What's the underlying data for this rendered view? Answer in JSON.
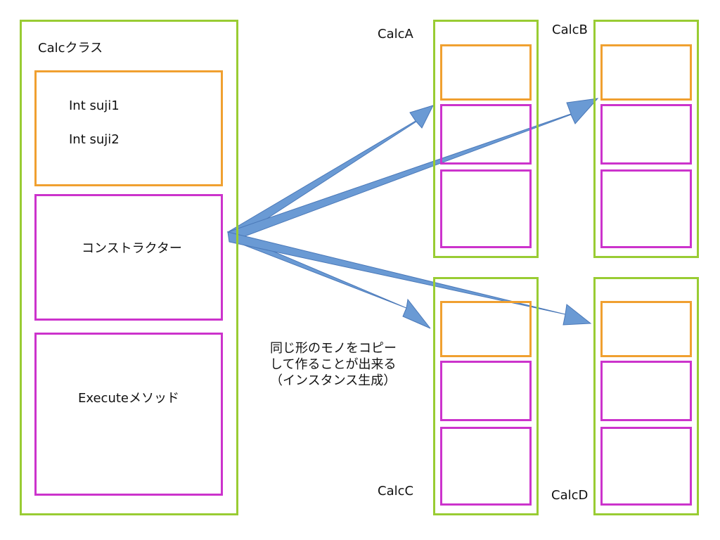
{
  "colors": {
    "container_border": "#99cc33",
    "field_border": "#f0a030",
    "member_border": "#cc33cc",
    "arrow_fill": "#6a9ad4",
    "arrow_stroke": "#4a78b8"
  },
  "class_box": {
    "title": "Calcクラス",
    "fields": [
      "Int suji1",
      "Int suji2"
    ],
    "constructor_label": "コンストラクター",
    "method_label": "Executeメソッド"
  },
  "instances": [
    {
      "label": "CalcA"
    },
    {
      "label": "CalcB"
    },
    {
      "label": "CalcC"
    },
    {
      "label": "CalcD"
    }
  ],
  "note": {
    "lines": [
      "同じ形のモノをコピー",
      "して作ることが出来る",
      "（インスタンス生成）"
    ]
  }
}
